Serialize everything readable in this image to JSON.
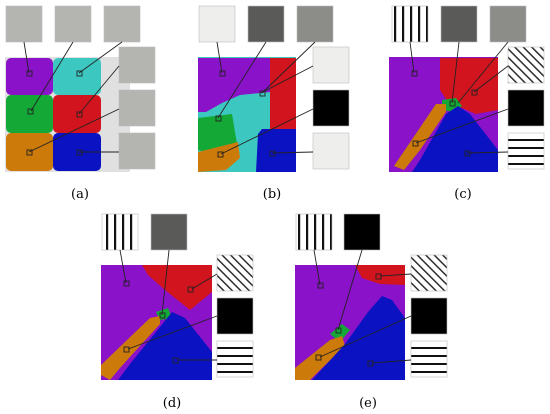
{
  "figure": {
    "colors": {
      "purple": "#8A12C8",
      "teal": "#3CC8C0",
      "green": "#14A836",
      "red": "#D2141E",
      "orange": "#CC7A0A",
      "blue": "#0A12C2",
      "gray_light": "#B4B4B0",
      "gray_mid": "#8C8C88",
      "gray_dark": "#5A5A58",
      "near_white": "#EEEEEC",
      "black": "#000000",
      "line": "#222222"
    },
    "panels": [
      {
        "id": "a",
        "caption": "(a)",
        "textures": [
          "uniform-light-gray",
          "uniform-light-gray",
          "uniform-light-gray",
          "uniform-light-gray",
          "uniform-light-gray",
          "uniform-light-gray"
        ],
        "regions": [
          "purple",
          "teal",
          "green",
          "red",
          "orange",
          "blue"
        ]
      },
      {
        "id": "b",
        "caption": "(b)",
        "textures": [
          "uniform-near-white",
          "uniform-dark-gray",
          "uniform-gray",
          "uniform-near-white",
          "uniform-black",
          "uniform-near-white"
        ],
        "regions": [
          "purple",
          "teal",
          "green",
          "red",
          "orange",
          "blue"
        ]
      },
      {
        "id": "c",
        "caption": "(c)",
        "textures": [
          "vertical-stripes",
          "uniform-dark-gray",
          "uniform-gray",
          "diagonal-stripes",
          "uniform-black",
          "horizontal-stripes"
        ],
        "regions": [
          "purple",
          "green",
          "red",
          "orange",
          "blue"
        ]
      },
      {
        "id": "d",
        "caption": "(d)",
        "textures": [
          "vertical-stripes",
          "uniform-dark-gray",
          "diagonal-stripes",
          "uniform-black",
          "horizontal-stripes"
        ],
        "regions": [
          "purple",
          "green",
          "red",
          "orange",
          "blue"
        ]
      },
      {
        "id": "e",
        "caption": "(e)",
        "textures": [
          "vertical-stripes",
          "uniform-black",
          "diagonal-stripes",
          "uniform-black",
          "horizontal-stripes"
        ],
        "regions": [
          "purple",
          "green",
          "red",
          "orange",
          "blue"
        ]
      }
    ]
  }
}
